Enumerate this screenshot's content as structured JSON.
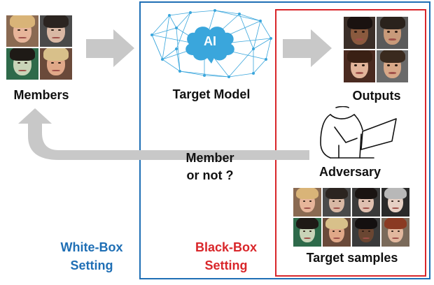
{
  "labels": {
    "members": "Members",
    "target_model": "Target Model",
    "ai_text": "AI",
    "outputs": "Outputs",
    "member_question_line1": "Member",
    "member_question_line2": "or not ?",
    "adversary": "Adversary",
    "target_samples": "Target samples",
    "white_box_line1": "White-Box",
    "white_box_line2": "Setting",
    "black_box_line1": "Black-Box",
    "black_box_line2": "Setting"
  },
  "colors": {
    "white_box": "#1f6fb5",
    "black_box": "#d9262a",
    "arrow": "#c8c8c8",
    "network": "#3aa6dc",
    "brain": "#3aa6dc"
  },
  "icons": {
    "arrows": [
      "right-arrow-icon",
      "right-arrow-icon",
      "return-arrow-icon"
    ],
    "network": "neural-network-icon",
    "brain": "brain-icon",
    "adversary": "person-with-laptop-icon"
  },
  "faces": {
    "members": [
      {
        "bg": "#8a6a52",
        "skin": "#e7b59a",
        "hair": "#d9b478"
      },
      {
        "bg": "#4a4a4a",
        "skin": "#d9b8a4",
        "hair": "#2b2420"
      },
      {
        "bg": "#2e6a4a",
        "skin": "#c9d4b8",
        "hair": "#1e1a16"
      },
      {
        "bg": "#6a4a3a",
        "skin": "#e0a888",
        "hair": "#d8c08a"
      }
    ],
    "outputs": [
      {
        "bg": "#3a2e28",
        "skin": "#8a5a3e",
        "hair": "#1a1210"
      },
      {
        "bg": "#5a5a5a",
        "skin": "#c89a7a",
        "hair": "#2a221c"
      },
      {
        "bg": "#4a2a20",
        "skin": "#e2b49a",
        "hair": "#3a2014"
      },
      {
        "bg": "#6a6a6a",
        "skin": "#d8a888",
        "hair": "#3a2a1e"
      }
    ],
    "samples": [
      {
        "bg": "#8a6a52",
        "skin": "#e7b59a",
        "hair": "#d9b478"
      },
      {
        "bg": "#4a4a4a",
        "skin": "#d9b8a4",
        "hair": "#2b2420"
      },
      {
        "bg": "#3a3a3a",
        "skin": "#e0c0b0",
        "hair": "#1a1412"
      },
      {
        "bg": "#2a2a2a",
        "skin": "#e6d0c4",
        "hair": "#b8b8b8"
      },
      {
        "bg": "#2e6a4a",
        "skin": "#c9d4b8",
        "hair": "#1e1a16"
      },
      {
        "bg": "#6a4a3a",
        "skin": "#e0a888",
        "hair": "#d8c08a"
      },
      {
        "bg": "#3a3a3a",
        "skin": "#6a4632",
        "hair": "#141010"
      },
      {
        "bg": "#7a6a5a",
        "skin": "#e2b89e",
        "hair": "#8a3a22"
      }
    ]
  }
}
